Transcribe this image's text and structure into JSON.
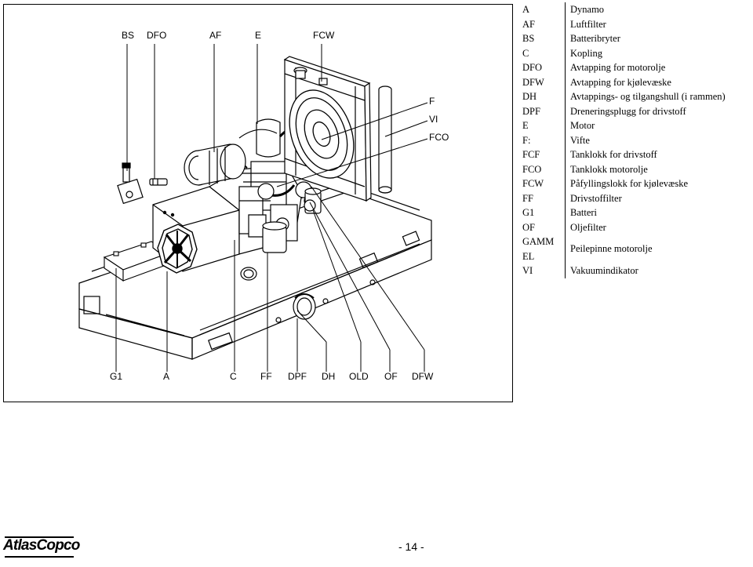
{
  "figure": {
    "top_callouts": [
      "BS",
      "DFO",
      "AF",
      "E",
      "FCW"
    ],
    "right_callouts": [
      "F",
      "VI",
      "FCO"
    ],
    "bottom_callouts": [
      "G1",
      "A",
      "C",
      "FF",
      "DPF",
      "DH",
      "OLD",
      "OF",
      "DFW"
    ]
  },
  "legend": [
    {
      "code": "A",
      "desc": "Dynamo"
    },
    {
      "code": "AF",
      "desc": "Luftfilter"
    },
    {
      "code": "BS",
      "desc": "Batteribryter"
    },
    {
      "code": "C",
      "desc": "Kopling"
    },
    {
      "code": "DFO",
      "desc": "Avtapping for motorolje"
    },
    {
      "code": "DFW",
      "desc": "Avtapping for kjølevæske"
    },
    {
      "code": "DH",
      "desc": "Avtappings- og tilgangshull (i rammen)"
    },
    {
      "code": "DPF",
      "desc": "Dreneringsplugg for drivstoff"
    },
    {
      "code": "E",
      "desc": "Motor"
    },
    {
      "code": "F:",
      "desc": "Vifte"
    },
    {
      "code": "FCF",
      "desc": "Tanklokk for drivstoff"
    },
    {
      "code": "FCO",
      "desc": "Tanklokk motorolje"
    },
    {
      "code": "FCW",
      "desc": "Påfyllingslokk for kjølevæske"
    },
    {
      "code": "FF",
      "desc": "Drivstoffilter"
    },
    {
      "code": "G1",
      "desc": "Batteri"
    },
    {
      "code": "OF",
      "desc": "Oljefilter"
    },
    {
      "code": "GAMM",
      "code2": "EL",
      "desc": "Peilepinne motorolje"
    },
    {
      "code": "VI",
      "desc": "Vakuumindikator"
    }
  ],
  "footer": {
    "logo_text": "AtlasCopco",
    "page_number": "- 14 -"
  }
}
